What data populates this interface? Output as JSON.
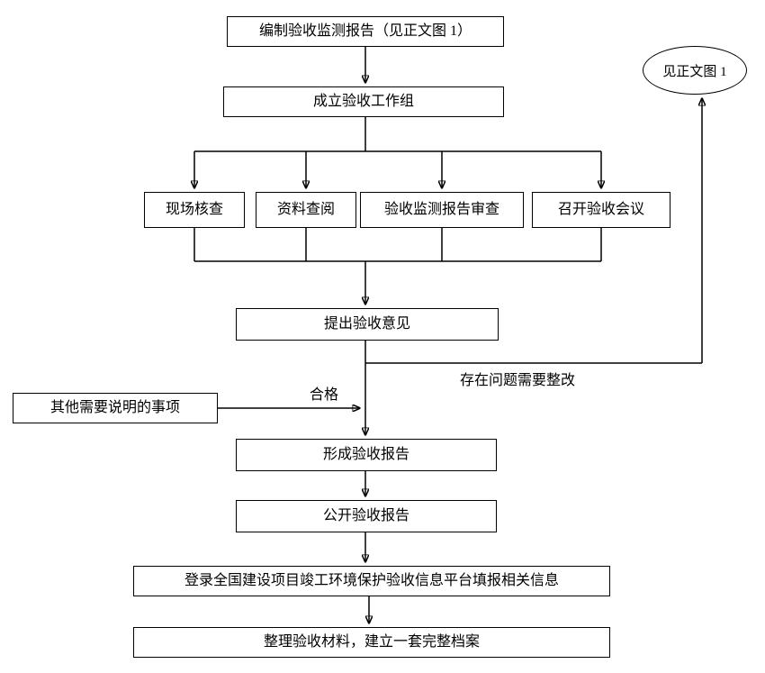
{
  "diagram_type": "flowchart",
  "nodes": {
    "prepare_report": "编制验收监测报告（见正文图 1）",
    "workgroup": "成立验收工作组",
    "site_check": "现场核查",
    "document_review": "资料查阅",
    "monitor_report_review": "验收监测报告审查",
    "acceptance_meeting": "召开验收会议",
    "propose_opinion": "提出验收意见",
    "other_matters": "其他需要说明的事项",
    "form_report": "形成验收报告",
    "publish_report": "公开验收报告",
    "platform_fill": "登录全国建设项目竣工环境保护验收信息平台填报相关信息",
    "archive": "整理验收材料，建立一套完整档案",
    "see_figure": "见正文图 1"
  },
  "labels": {
    "qualified": "合格",
    "rectify": "存在问题需要整改"
  },
  "edges": [
    {
      "from": "prepare_report",
      "to": "workgroup"
    },
    {
      "from": "workgroup",
      "to": "site_check"
    },
    {
      "from": "workgroup",
      "to": "document_review"
    },
    {
      "from": "workgroup",
      "to": "monitor_report_review"
    },
    {
      "from": "workgroup",
      "to": "acceptance_meeting"
    },
    {
      "from": "site_check",
      "to": "propose_opinion"
    },
    {
      "from": "document_review",
      "to": "propose_opinion"
    },
    {
      "from": "monitor_report_review",
      "to": "propose_opinion"
    },
    {
      "from": "acceptance_meeting",
      "to": "propose_opinion"
    },
    {
      "from": "propose_opinion",
      "to": "form_report",
      "label_key": "qualified"
    },
    {
      "from": "propose_opinion",
      "to": "see_figure",
      "label_key": "rectify"
    },
    {
      "from": "other_matters",
      "to": "form_report"
    },
    {
      "from": "form_report",
      "to": "publish_report"
    },
    {
      "from": "publish_report",
      "to": "platform_fill"
    },
    {
      "from": "platform_fill",
      "to": "archive"
    }
  ],
  "colors": {
    "line": "#000000",
    "box_border": "#000000",
    "background": "#ffffff"
  }
}
